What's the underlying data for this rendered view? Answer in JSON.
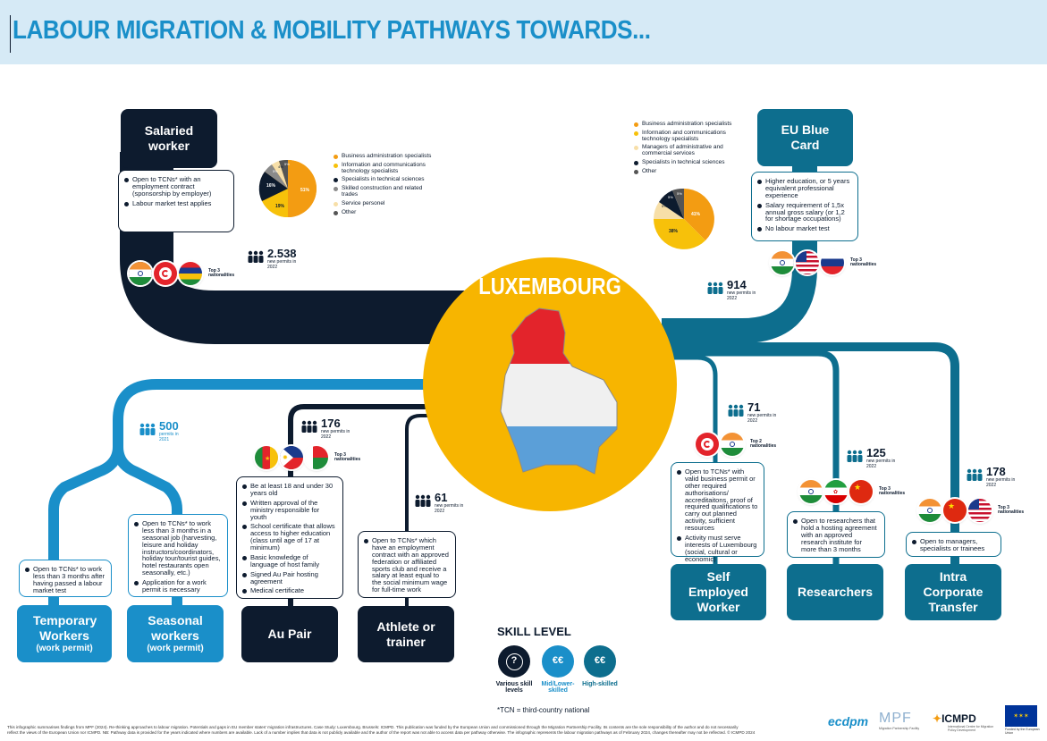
{
  "header": {
    "title": "LABOUR MIGRATION & MOBILITY PATHWAYS TOWARDS..."
  },
  "center": {
    "country": "LUXEMBOURG"
  },
  "colors": {
    "navy": "#0d1b2e",
    "teal": "#0d6e8e",
    "blue": "#1a8fc9",
    "yellow": "#f7b500",
    "orange": "#f39c12"
  },
  "salaried": {
    "title": "Salaried worker",
    "conditions": [
      "Open to TCNs* with an employment contract (sponsorship by employer)",
      "Labour market test applies"
    ],
    "stat": {
      "value": "2.538",
      "label": "new permits in 2022"
    },
    "nationalities_label": "Top 3 nationalities",
    "legend": [
      "Business administration specialists",
      "Information and communications technology specialists",
      "Specialists in technical sciences",
      "Skilled construction and related trades",
      "Service personel",
      "Other"
    ],
    "pie_labels": [
      "51%",
      "19%",
      "16%",
      "5%",
      "4%",
      "5%"
    ]
  },
  "eu_blue_card": {
    "title": "EU Blue Card",
    "conditions": [
      "Higher education, or 5 years equivalent professional experience",
      "Salary requirement of 1,5x annual gross salary (or 1,2 for shortage occupations)",
      "No labour market test"
    ],
    "stat": {
      "value": "914",
      "label": "new permits in 2022"
    },
    "nationalities_label": "Top 3 nationalities",
    "legend": [
      "Business administration specialists",
      "Information and communications technology specialists",
      "Managers of administrative and commercial services",
      "Specialists in technical sciences",
      "Other"
    ],
    "pie_labels": [
      "41%",
      "38%",
      "5%",
      "5%",
      "5%"
    ]
  },
  "temporary": {
    "title": "Temporary Workers",
    "sub": "(work permit)",
    "conditions": [
      "Open to TCNs* to work less than 3 months after having passed a labour market test"
    ]
  },
  "seasonal": {
    "title": "Seasonal workers",
    "sub": "(work permit)",
    "conditions": [
      "Open to TCNs* to work less than 3 months in a seasonal job (harvesting, leisure and holiday instructors/coordinators, holiday tour/tourist guides, hotel restaurants open seasonally, etc.)",
      "Application for a work permit is necessary"
    ]
  },
  "temp_seasonal_stat": {
    "value": "500",
    "label": "permits in 2021"
  },
  "au_pair": {
    "title": "Au Pair",
    "conditions": [
      "Be at least 18 and under 30 years old",
      "Written approval of the ministry responsible for youth",
      "School certificate that allows access to higher education (class until age of 17 at minimum)",
      "Basic knowledge of language of host family",
      "Signed Au Pair hosting agreement",
      "Medical certificate"
    ],
    "stat": {
      "value": "176",
      "label": "new permits in 2022"
    },
    "nationalities_label": "Top 3 nationalities"
  },
  "athlete": {
    "title": "Athlete or trainer",
    "conditions": [
      "Open to TCNs* which have an employment contract with an approved federation or affiliated sports club and receive a salary at least equal to the social minimum wage for full-time work"
    ],
    "stat": {
      "value": "61",
      "label": "new permits in 2022"
    }
  },
  "self_employed": {
    "title": "Self Employed Worker",
    "conditions": [
      "Open to TCNs* with valid business permit or other required authorisations/ accreditaitons, proof of required qualifications to carry out planned activity, sufficient resources",
      "Activity must serve interests of Luxembourg (social, cultural or economic)"
    ],
    "stat": {
      "value": "71",
      "label": "new permits in 2022"
    },
    "nationalities_label": "Top 2 nationalities"
  },
  "researchers": {
    "title": "Researchers",
    "conditions": [
      "Open to researchers that hold a hosting agreement with an approved research institute for more than 3 months"
    ],
    "stat": {
      "value": "125",
      "label": "new permits in 2022"
    },
    "nationalities_label": "Top 3 nationalities"
  },
  "ict": {
    "title": "Intra Corporate Transfer",
    "conditions": [
      "Open to managers, specialists or trainees"
    ],
    "stat": {
      "value": "178",
      "label": "new permits in 2022"
    },
    "nationalities_label": "Top 3 nationalities"
  },
  "skill_level": {
    "title": "SKILL LEVEL",
    "levels": [
      {
        "label": "Various skill levels",
        "icon": "question-icon"
      },
      {
        "label": "Mid/Lower-skilled",
        "icon": "coins-icon"
      },
      {
        "label": "High-skilled",
        "icon": "coins-icon"
      }
    ]
  },
  "tcn_note": "*TCN = third-country national",
  "footer": {
    "line1": "This infographic summarises findings from MPF (2024). Re-thinking approaches to labour migration. Potentials and gaps in EU member states' migration infrastructures. Case Study: Luxembourg. Brussels: ICMPD. This publication was funded by the European Union and commissioned through the Migration Partnership Facility. Its contents are the sole responsibility of the author and do not necessarily",
    "line2": "reflect the views of the European Union nor ICMPD. NB: Pathway data is provided for the years indicated where numbers are available. Lack of a number implies that data is not publicly available and the author of the report was not able to access data per pathway otherwise. The infographic represents the labour migration pathways as of February 2024, changes thereafter may not be reflected. © ICMPD 2024"
  },
  "logos": {
    "ecdpm": "ecdpm",
    "mpf": "MPF",
    "mpf_sub": "Migration Partnership Facility",
    "icmpd": "ICMPD",
    "icmpd_sub": "International Centre for Migration Policy Development",
    "eu_sub": "Funded by the European Union"
  }
}
